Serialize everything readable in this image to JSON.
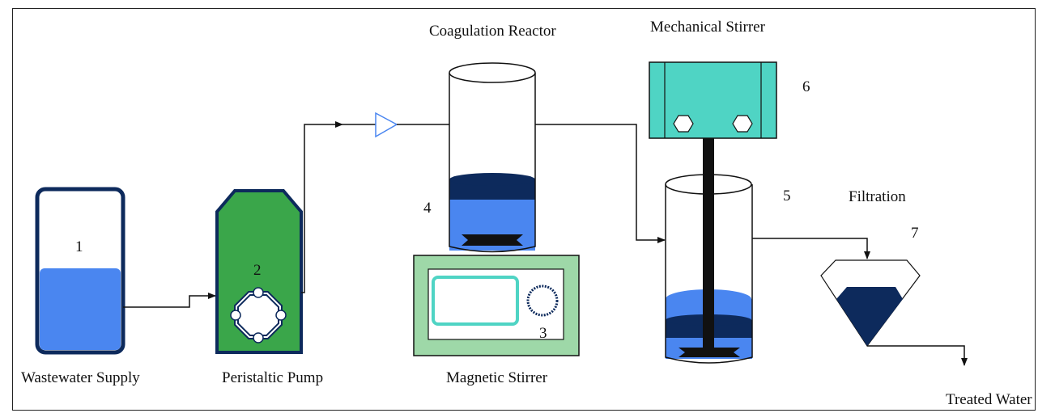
{
  "labels": {
    "wastewater_supply": "Wastewater Supply",
    "peristaltic_pump": "Peristaltic Pump",
    "coagulation_reactor": "Coagulation Reactor",
    "magnetic_stirrer": "Magnetic Stirrer",
    "mechanical_stirrer": "Mechanical Stirrer",
    "filtration": "Filtration",
    "treated_water": "Treated Water"
  },
  "numbers": {
    "n1": "1",
    "n2": "2",
    "n3": "3",
    "n4": "4",
    "n5": "5",
    "n6": "6",
    "n7": "7"
  },
  "colors": {
    "water_blue": "#4a86f0",
    "dark_navy": "#0d2a5c",
    "pump_green": "#3aa64a",
    "stirrer_base_green": "#9ed8a8",
    "mech_stirrer_teal": "#4fd4c4",
    "display_teal": "#4fd4c4",
    "outline": "#111111"
  }
}
